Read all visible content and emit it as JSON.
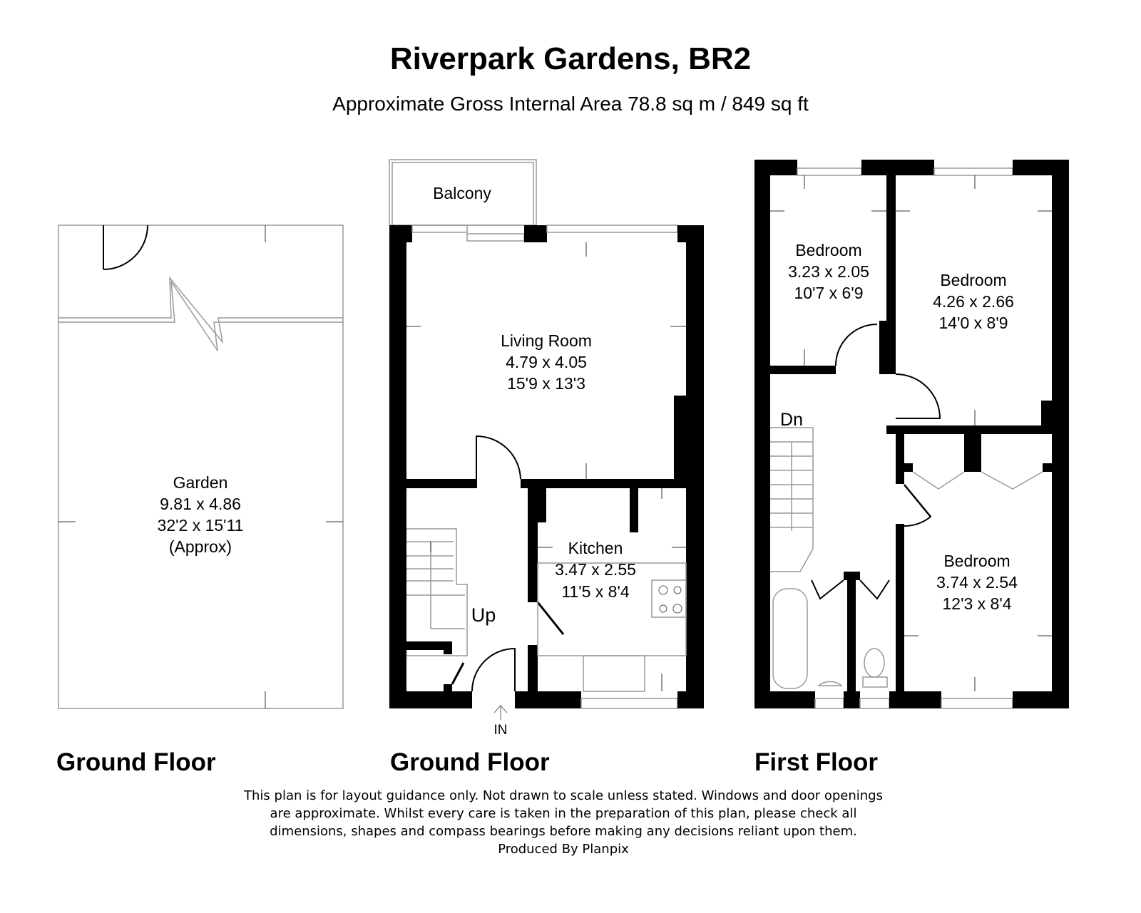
{
  "header": {
    "title": "Riverpark Gardens, BR2",
    "subtitle": "Approximate Gross Internal Area 78.8 sq m / 849 sq ft"
  },
  "rooms": {
    "garden": {
      "name": "Garden",
      "metric": "9.81 x 4.86",
      "imperial": "32'2 x 15'11",
      "note": "(Approx)"
    },
    "balcony": {
      "name": "Balcony"
    },
    "living_room": {
      "name": "Living Room",
      "metric": "4.79 x 4.05",
      "imperial": "15'9 x 13'3"
    },
    "kitchen": {
      "name": "Kitchen",
      "metric": "3.47 x 2.55",
      "imperial": "11'5 x 8'4"
    },
    "bedroom1": {
      "name": "Bedroom",
      "metric": "3.23 x 2.05",
      "imperial": "10'7 x 6'9"
    },
    "bedroom2": {
      "name": "Bedroom",
      "metric": "4.26 x 2.66",
      "imperial": "14'0 x 8'9"
    },
    "bedroom3": {
      "name": "Bedroom",
      "metric": "3.74 x 2.54",
      "imperial": "12'3 x 8'4"
    }
  },
  "markers": {
    "up": "Up",
    "down": "Dn",
    "entrance": "IN"
  },
  "floors": [
    "Ground Floor",
    "Ground Floor",
    "First Floor"
  ],
  "footer": {
    "line1": "This plan is for layout guidance only. Not drawn to scale unless stated. Windows and door openings",
    "line2": "are approximate. Whilst every care is taken in the preparation of this plan, please check all",
    "line3": "dimensions, shapes and compass bearings before making any decisions reliant upon them.",
    "line4": "Produced By Planpix"
  }
}
